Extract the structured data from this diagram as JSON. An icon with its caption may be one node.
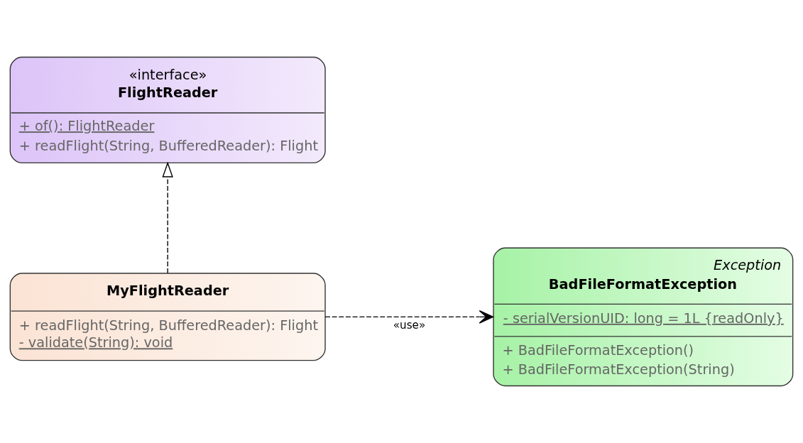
{
  "diagram": {
    "nodes": [
      {
        "text": [
          "«interface»",
          "FlightReader",
          "+ of(): FlightReader",
          "+ readFlight(String, BufferedReader): Flight"
        ]
      },
      {
        "text": [
          "MyFlightReader",
          "+ readFlight(String, BufferedReader): Flight",
          "- validate(String): void"
        ]
      },
      {
        "text": [
          "Exception",
          "BadFileFormatException",
          "- serialVersionUID: long = 1L {readOnly}",
          "+ BadFileFormatException()",
          "+ BadFileFormatException(String)"
        ]
      }
    ],
    "edges": [
      {
        "from": 1,
        "to": 0,
        "arrow": "to",
        "style": "dashed"
      },
      {
        "from": 1,
        "to": 2,
        "arrow": "to",
        "style": "dashed",
        "label": "«use»"
      }
    ]
  }
}
